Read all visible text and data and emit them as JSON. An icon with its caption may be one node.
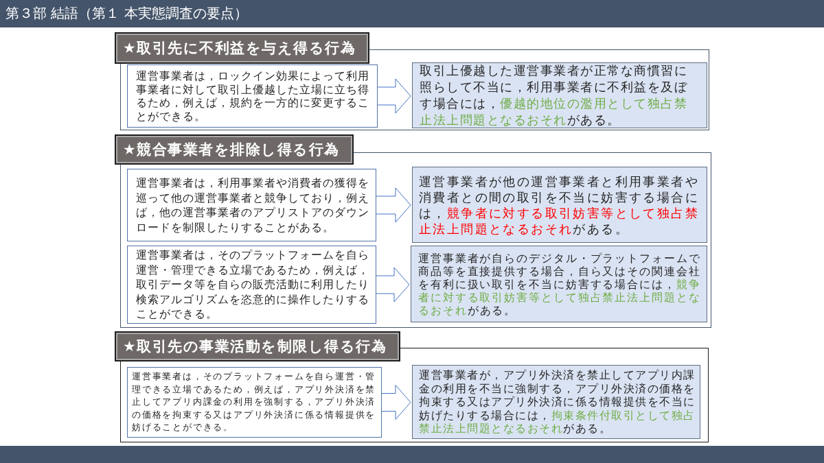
{
  "diagram": {
    "title": "第３部 結語（第１ 本実態調査の要点）",
    "nodes": [
      {
        "text": [
          "★取引先に不利益を与え得る行為"
        ]
      },
      {
        "text": [],
        "shape": "box"
      },
      {
        "text": [
          "運営事業者は，ロックイン効果によって利用事業者に対して取引上優越した立場に立ち得るため，例えば，規約を一方的に変更することができる。"
        ],
        "in": 1
      },
      {
        "text": [
          "取引上優越した運営事業者が正常な商慣習に照らして不当に，利用事業者に不利益を及ぼす場合には，**優越的地位の濫用として独占禁止法上問題となるおそれ**がある。"
        ],
        "in": 1
      },
      {
        "text": [
          "★競合事業者を排除し得る行為"
        ]
      },
      {
        "text": [],
        "shape": "box"
      },
      {
        "text": [
          "運営事業者は，利用事業者や消費者の獲得を巡って他の運営事業者と競争しており，例えば，他の運営事業者のアプリストアのダウンロードを制限したりすることがある。"
        ],
        "in": 5
      },
      {
        "text": [
          "運営事業者が他の運営事業者と利用事業者や消費者との間の取引を不当に妨害する場合には，**競争者に対する取引妨害等として独占禁止法上問題となるおそれ**がある。"
        ],
        "in": 5
      },
      {
        "text": [
          "運営事業者は，そのプラットフォームを自ら運営・管理できる立場であるため，例えば，取引データ等を自らの販売活動に利用したり検索アルゴリズムを恣意的に操作したりすることができる。"
        ],
        "in": 5
      },
      {
        "text": [
          "運営事業者が自らのデジタル・プラットフォームで商品等を直接提供する場合，自ら又はその関連会社を有利に扱い取引を不当に妨害する場合には，**競争者に対する取引妨害等として独占禁止法上問題となるおそれ**がある。"
        ],
        "in": 5
      },
      {
        "text": [
          "★取引先の事業活動を制限し得る行為"
        ]
      },
      {
        "text": [],
        "shape": "box"
      },
      {
        "text": [
          "運営事業者は，そのプラットフォームを自ら運営・管理できる立場であるため，例えば，アプリ外決済を禁止してアプリ内課金の利用を強制する，アプリ外決済の価格を拘束する又はアプリ外決済に係る情報提供を妨げることができる。"
        ],
        "in": 11
      },
      {
        "text": [
          "運営事業者が，アプリ外決済を禁止してアプリ内課金の利用を不当に強制する，アプリ外決済の価格を拘束する又はアプリ外決済に係る情報提供を不当に妨げたりする場合には，**拘束条件付取引として独占禁止法上問題となるおそれ**がある。"
        ],
        "in": 11
      }
    ],
    "edges": [
      {
        "from": 2,
        "to": 3,
        "arrow": "to"
      },
      {
        "from": 6,
        "to": 7,
        "arrow": "to"
      },
      {
        "from": 8,
        "to": 9,
        "arrow": "to"
      },
      {
        "from": 12,
        "to": 13,
        "arrow": "to"
      }
    ]
  }
}
